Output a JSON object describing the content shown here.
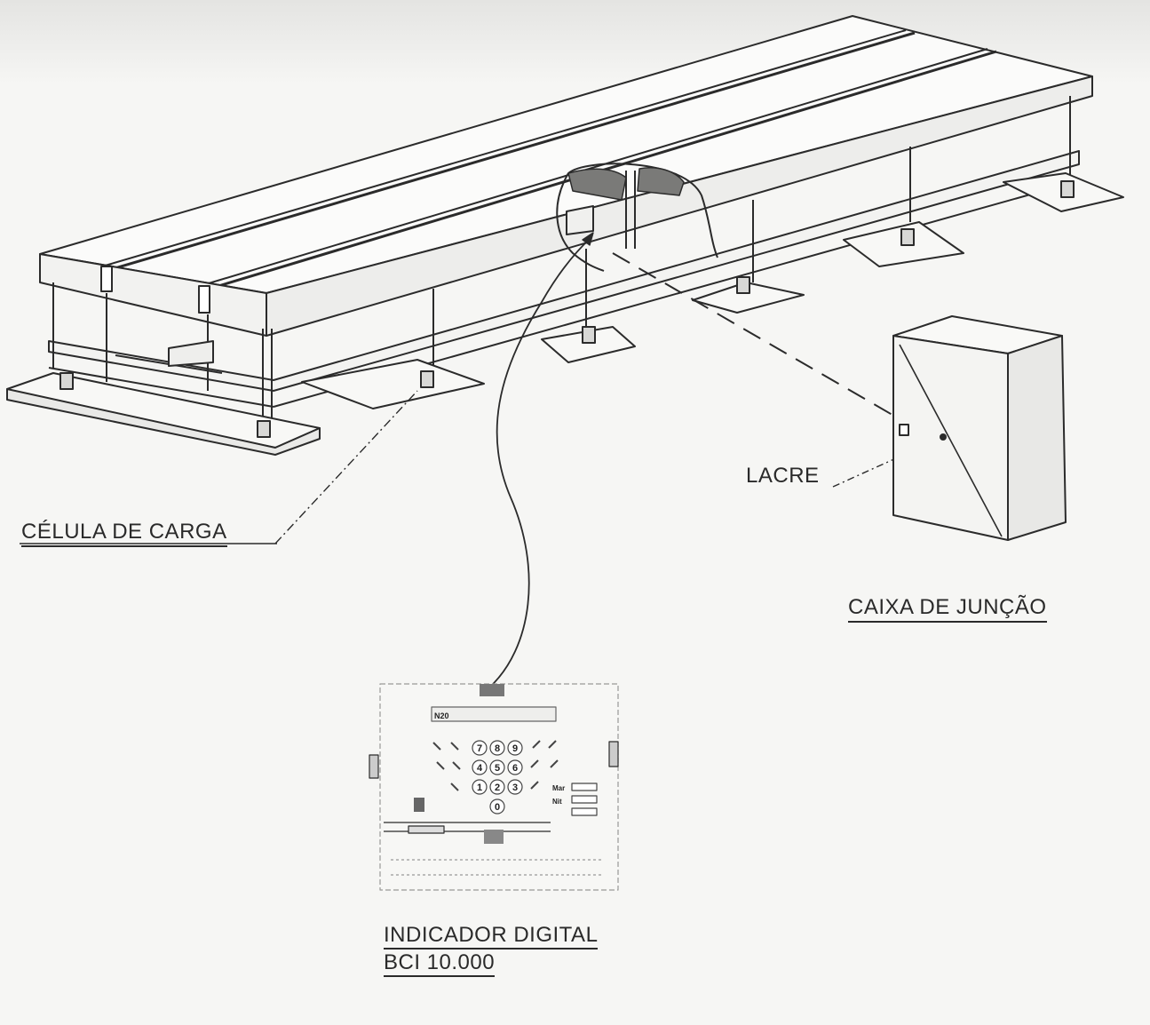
{
  "labels": {
    "load_cell": "CÉLULA DE CARGA",
    "seal": "LACRE",
    "junction_box": "CAIXA DE JUNÇÃO",
    "indicator_line1": "INDICADOR DIGITAL",
    "indicator_line2": "BCI 10.000"
  },
  "indicator_panel": {
    "model_tag": "N20",
    "keys": [
      "7",
      "8",
      "9",
      "4",
      "5",
      "6",
      "1",
      "2",
      "3",
      "0"
    ],
    "side_labels": [
      "Mar",
      "Nit"
    ]
  }
}
